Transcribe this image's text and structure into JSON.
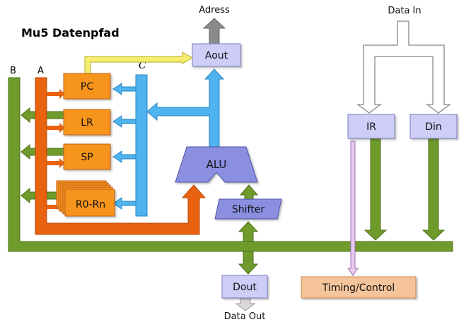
{
  "title": "Mu5 Datenpfad",
  "bus_labels": {
    "b": "B",
    "a": "A",
    "c": "C"
  },
  "external": {
    "address_out": "Adress",
    "data_in": "Data In",
    "data_out": "Data Out"
  },
  "blocks": {
    "aout": "Aout",
    "pc": "PC",
    "lr": "LR",
    "sp": "SP",
    "regs": "R0-Rn",
    "alu": "ALU",
    "shifter": "Shifter",
    "ir": "IR",
    "din": "Din",
    "dout": "Dout",
    "timing": "Timing/Control"
  },
  "colors": {
    "bus_b": "#6f9a2c",
    "bus_a": "#e8620f",
    "bus_c": "#4fb3ef",
    "register": "#f7941d",
    "register_border": "#c0601a",
    "lavender": "#cdcdf7",
    "lavender_border": "#7c7cc4",
    "alu": "#8a8fe0",
    "pc_to_aout": "#f6ee6e",
    "data_in_arrow": "#d9d9d9",
    "address_arrow": "#8a8a8a",
    "ir_control": "#e7c9f0",
    "timing_fill": "#f5c49b",
    "timing_border": "#c98755"
  }
}
